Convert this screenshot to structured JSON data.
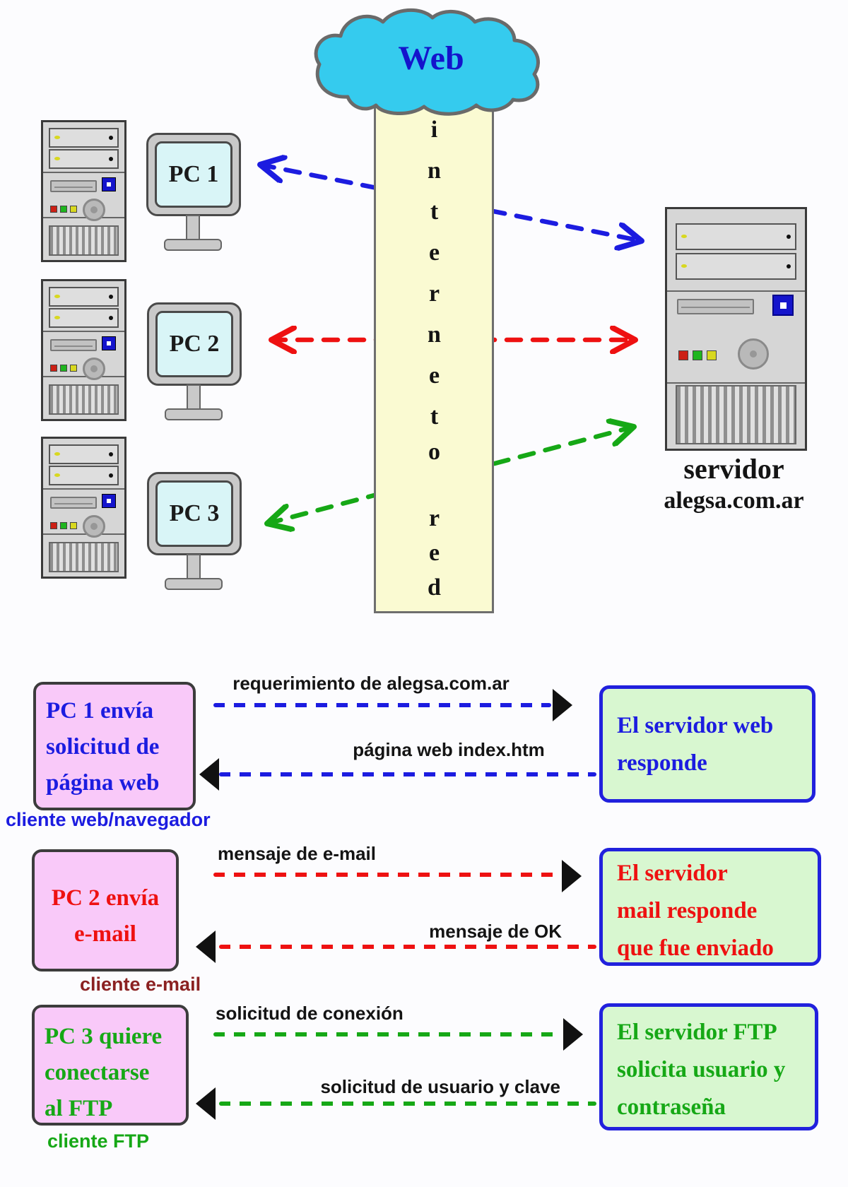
{
  "colors": {
    "blue": "#1c1ce0",
    "red": "#ee1111",
    "green": "#16a816",
    "darkred": "#8b2121",
    "cloud": "#35cbee",
    "band": "#fafad2",
    "pink": "#f9c9f9",
    "boxgreen": "#d8f7d0"
  },
  "top": {
    "cloud_label": "Web",
    "band_words": [
      "internet",
      "o",
      "red"
    ],
    "pc_labels": [
      "PC 1",
      "PC 2",
      "PC 3"
    ],
    "server_caption_line1": "servidor",
    "server_caption_line2": "alegsa.com.ar"
  },
  "rows": [
    {
      "client_box": "PC 1 envía\nsolicitud de\npágina web",
      "client_caption": "cliente web/navegador",
      "request_label": "requerimiento de alegsa.com.ar",
      "response_label": "página web index.htm",
      "server_box": "El servidor web\nresponde"
    },
    {
      "client_box": "PC 2 envía\ne-mail",
      "client_caption": "cliente e-mail",
      "request_label": "mensaje de e-mail",
      "response_label": "mensaje de OK",
      "server_box": "El servidor\nmail responde\nque fue enviado"
    },
    {
      "client_box": "PC 3 quiere\nconectarse\nal FTP",
      "client_caption": "cliente FTP",
      "request_label": "solicitud de conexión",
      "response_label": "solicitud de usuario y clave",
      "server_box": "El servidor FTP\nsolicita usuario y\ncontraseña"
    }
  ]
}
